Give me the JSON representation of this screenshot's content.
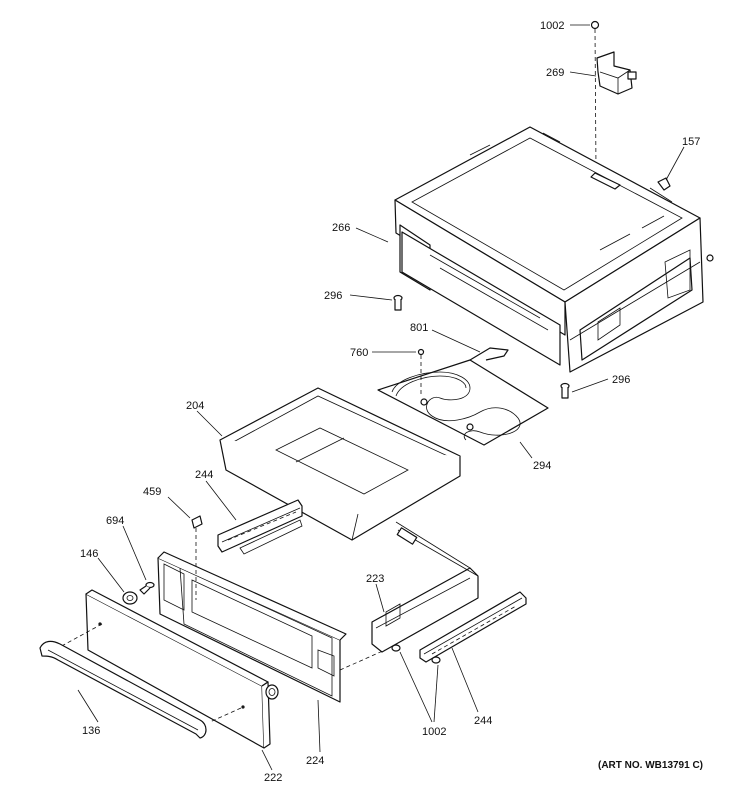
{
  "diagram": {
    "callouts": {
      "c1002_top": "1002",
      "c269": "269",
      "c157": "157",
      "c266": "266",
      "c296_left": "296",
      "c801": "801",
      "c760": "760",
      "c296_right": "296",
      "c204": "204",
      "c294": "294",
      "c244_top": "244",
      "c459": "459",
      "c694": "694",
      "c146": "146",
      "c223": "223",
      "c136": "136",
      "c1002_bottom": "1002",
      "c244_bottom": "244",
      "c224": "224",
      "c222": "222"
    },
    "art_number": "(ART NO. WB13791 C)"
  }
}
